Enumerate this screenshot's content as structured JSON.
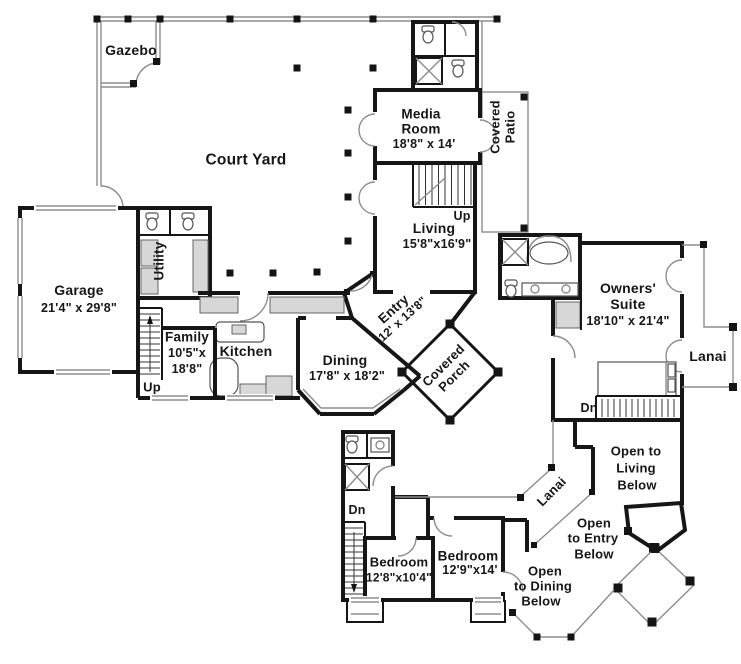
{
  "colors": {
    "background": "#ffffff",
    "wall": "#161616",
    "thin_line": "#8d8d8d",
    "counter_fill": "#d7d7d7",
    "text": "#161616"
  },
  "plan": {
    "first_floor": {
      "gazebo": {
        "name": "Gazebo"
      },
      "court_yard": {
        "name": "Court Yard"
      },
      "media_room": {
        "name_line1": "Media",
        "name_line2": "Room",
        "dims": "18'8\" x 14'"
      },
      "covered_patio": {
        "line1": "Covered",
        "line2": "Patio"
      },
      "living": {
        "name": "Living",
        "dims": "15'8\"x16'9\"",
        "stairs_label": "Up"
      },
      "garage": {
        "name": "Garage",
        "dims": "21'4\" x 29'8\""
      },
      "utility": {
        "name": "Utility"
      },
      "family": {
        "name": "Family",
        "dims_line1": "10'5\"x",
        "dims_line2": "18'8\"",
        "stairs_label": "Up"
      },
      "kitchen": {
        "name": "Kitchen"
      },
      "dining": {
        "name": "Dining",
        "dims": "17'8\" x 18'2\""
      },
      "entry": {
        "name": "Entry",
        "dims": "12' x 13'8\""
      },
      "covered_porch": {
        "line1": "Covered",
        "line2": "Porch"
      }
    },
    "second_floor": {
      "owners_suite": {
        "name_line1": "Owners'",
        "name_line2": "Suite",
        "dims": "18'10\" x 21'4\""
      },
      "lanai_side": {
        "name": "Lanai"
      },
      "lanai_walkway": {
        "name": "Lanai"
      },
      "stairs_down_suite": {
        "label": "Dn"
      },
      "stairs_down_hall": {
        "label": "Dn"
      },
      "open_to_living": {
        "line1": "Open to",
        "line2": "Living",
        "line3": "Below"
      },
      "open_to_entry": {
        "line1": "Open",
        "line2": "to Entry",
        "line3": "Below"
      },
      "open_to_dining": {
        "line1": "Open",
        "line2": "to Dining",
        "line3": "Below"
      },
      "bedroom_left": {
        "name": "Bedroom",
        "dims": "12'8\"x10'4\""
      },
      "bedroom_right": {
        "name": "Bedroom",
        "dims": "12'9\"x14'"
      }
    }
  }
}
